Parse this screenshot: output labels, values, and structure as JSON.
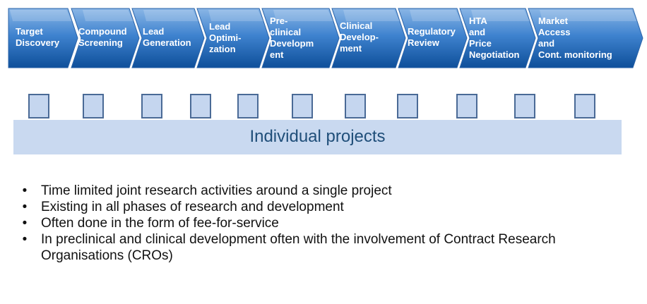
{
  "phases": [
    {
      "lines": [
        "Target",
        "Discovery"
      ]
    },
    {
      "lines": [
        "Compound",
        "Screening"
      ]
    },
    {
      "lines": [
        "Lead",
        "Generation"
      ]
    },
    {
      "lines": [
        "Lead",
        "Optimi-",
        "zation"
      ]
    },
    {
      "lines": [
        "Pre-",
        "clinical",
        "Developm",
        "ent"
      ]
    },
    {
      "lines": [
        "Clinical",
        "Develop-",
        "ment"
      ]
    },
    {
      "lines": [
        "Regulatory",
        "Review"
      ]
    },
    {
      "lines": [
        "HTA",
        "and",
        "Price",
        "Negotiation"
      ]
    },
    {
      "lines": [
        "Market",
        "Access",
        "and",
        "Cont. monitoring"
      ]
    }
  ],
  "project_squares": 11,
  "band": {
    "title": "Individual projects"
  },
  "bullets": [
    "Time limited joint research activities around a single project",
    "Existing in all phases of research and development",
    "Often done in the form of fee-for-service",
    "In preclinical and clinical development often with the involvement of Contract Research Organisations (CROs)"
  ],
  "colors": {
    "chevron_top": "#8ab6e6",
    "chevron_bottom": "#0e4f9a",
    "square_fill": "#c5d6ef",
    "square_border": "#4a6a96",
    "band_fill": "#c9d9f0",
    "band_text": "#1f4e79"
  }
}
